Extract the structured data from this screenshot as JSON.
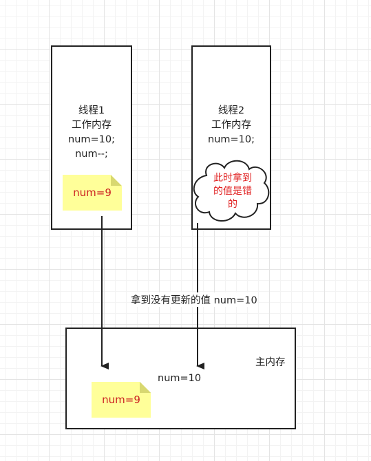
{
  "thread1": {
    "lines": [
      "线程1",
      "工作内存",
      "num=10;",
      "num--;"
    ],
    "note": "num=9"
  },
  "thread2": {
    "lines": [
      "线程2",
      "工作内存",
      "num=10;"
    ],
    "cloud_lines": [
      "此时拿到",
      "的值是错",
      "的"
    ]
  },
  "arrow_label": "拿到没有更新的值 num=10",
  "main_memory": {
    "title": "主内存",
    "value": "num=10",
    "note": "num=9"
  },
  "colors": {
    "note_fill": "#ffff99",
    "note_text": "#cc2222",
    "cloud_text": "#e02020",
    "stroke": "#222222"
  }
}
